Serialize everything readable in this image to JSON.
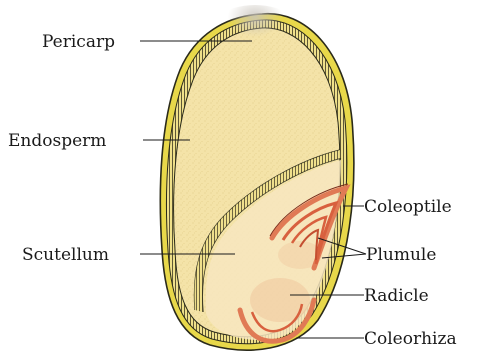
{
  "diagram": {
    "labels": {
      "pericarp": "Pericarp",
      "endosperm": "Endosperm",
      "scutellum": "Scutellum",
      "coleoptile": "Coleoptile",
      "plumule": "Plumule",
      "radicle": "Radicle",
      "coleorhiza": "Coleorhiza"
    },
    "colors": {
      "pericarp": "#e8d84a",
      "endosperm": "#f4e3a8",
      "embryo": "#f7e6c0",
      "outline": "#2a2a1a",
      "coleoptile": "#e07a55",
      "plumule": "#d8603e",
      "radicle_blush": "#f0c9a0"
    }
  }
}
